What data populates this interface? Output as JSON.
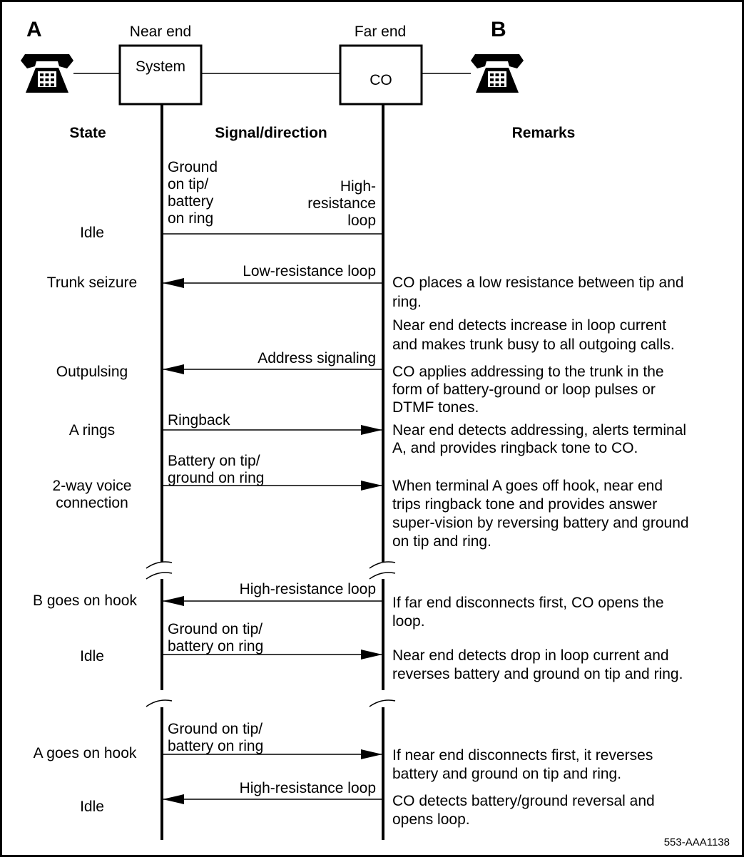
{
  "labels": {
    "terminal_a": "A",
    "terminal_b": "B",
    "near_end": "Near end",
    "far_end": "Far end",
    "system_box": "System",
    "co_box": "CO",
    "figure_id": "553-AAA1138"
  },
  "headers": {
    "state": "State",
    "signal": "Signal/direction",
    "remarks": "Remarks"
  },
  "states": [
    "Idle",
    "Trunk seizure",
    "Outpulsing",
    "A rings",
    "2-way voice",
    "connection",
    "B goes on hook",
    "Idle",
    "A goes on hook",
    "Idle"
  ],
  "signals": [
    "Ground",
    "on tip/",
    "battery",
    "on ring",
    "High-",
    "resistance",
    "loop",
    "Low-resistance loop",
    "Address signaling",
    "Ringback",
    "Battery on tip/",
    "ground on ring",
    "High-resistance loop",
    "Ground on tip/",
    "battery on ring",
    "Ground on tip/",
    "battery on ring",
    "High-resistance loop"
  ],
  "remarks": [
    "CO places a low resistance between tip and",
    "ring.",
    "Near end detects increase in loop current",
    "and makes trunk busy to all outgoing calls.",
    "CO applies addressing to the trunk in the",
    "form of battery-ground or loop pulses or",
    "DTMF tones.",
    "Near end detects addressing, alerts terminal",
    "A, and provides ringback tone to CO.",
    "When terminal A goes off hook, near end",
    "trips ringback tone and provides answer",
    "super-vision by reversing battery and ground",
    "on tip and ring.",
    "If far end disconnects first, CO opens the",
    "loop.",
    "Near end detects drop in loop current and",
    "reverses battery and ground on tip and ring.",
    "If near end disconnects first, it reverses",
    "battery and ground on tip and ring.",
    "CO detects battery/ground reversal and",
    "opens loop."
  ],
  "icons": [
    "telephone-icon-a",
    "telephone-icon-b"
  ]
}
